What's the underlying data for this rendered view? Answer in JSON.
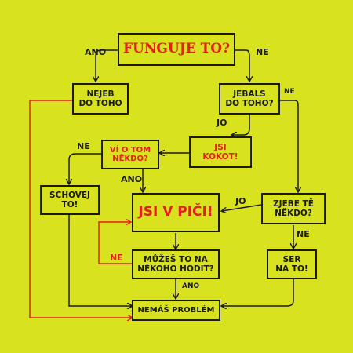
{
  "colors": {
    "background": "#d8e21f",
    "text": "#1a1a1a",
    "accent": "#e3211c"
  },
  "nodes": {
    "funguje": "FUNGUJE TO?",
    "nejeb": "NEJEB\nDO TOHO",
    "jebals": "JEBALS\nDO TOHO?",
    "jsi_kokot": "JSI\nKOKOT!",
    "vi_o_tom": "VÍ O TOM\nNĚKDO?",
    "schovej": "SCHOVEJ\nTO!",
    "jsi_v_pici": "JSI V PIČI!",
    "zjebe": "ZJEBE TĚ\nNĚKDO?",
    "muzes": "MŮŽEŠ TO NA\nNĚKOHO HODIT?",
    "ser": "SER\nNA TO!",
    "nemas": "NEMÁŠ PROBLÉM"
  },
  "labels": {
    "ano_top": "ANO",
    "ne_top": "NE",
    "ne_jebals": "NE",
    "jo_jebals": "JO",
    "ne_vi": "NE",
    "ano_vi": "ANO",
    "jo_zjebe": "JO",
    "ne_zjebe": "NE",
    "ne_muzes": "NE",
    "ano_muzes": "ANO"
  }
}
